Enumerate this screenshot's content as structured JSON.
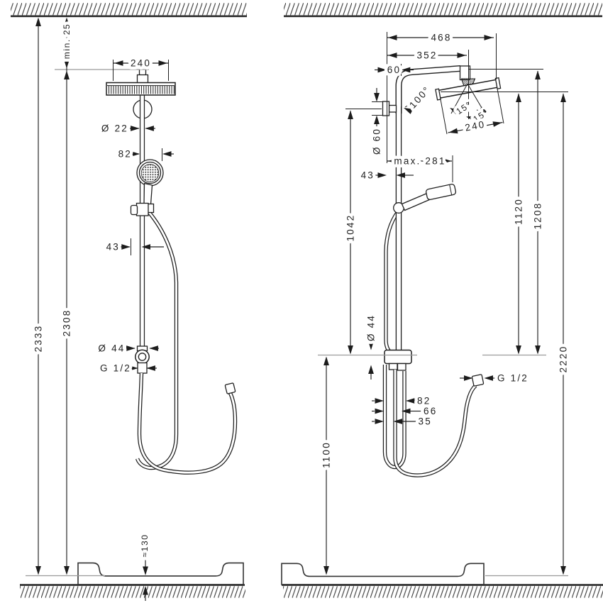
{
  "drawing": {
    "title": "shower-system-dimension-drawing",
    "left": {
      "total_height": "2333",
      "height_to_connection": "2308",
      "min_ceiling_distance": "min. 25",
      "head_width": "240",
      "pipe_diameter": "Ø 22",
      "handshower_offset": "82",
      "holder_offset": "43",
      "union_diameter": "Ø 44",
      "outlet_thread": "G 1/2",
      "tub_height": "≈130"
    },
    "right": {
      "reach_total": "468",
      "reach_to_head_axis": "352",
      "wall_clearance_top": "60",
      "flange_diameter": "Ø 60",
      "bend_angle": "100°",
      "tilt_back": "15°",
      "tilt_front": "15°",
      "head_length": "240",
      "max_handshower_reach": "max. 281",
      "wall_clearance_pipe": "43",
      "bracket_to_outlet": "1042",
      "head_to_outlet": "1120",
      "arm_to_outlet": "1208",
      "head_to_tub": "2220",
      "outlet_to_tub": "1100",
      "union_diameter": "Ø 44",
      "hose_thread": "G 1/2",
      "hose_dim_a": "82",
      "hose_dim_b": "66",
      "hose_dim_c": "35"
    }
  }
}
